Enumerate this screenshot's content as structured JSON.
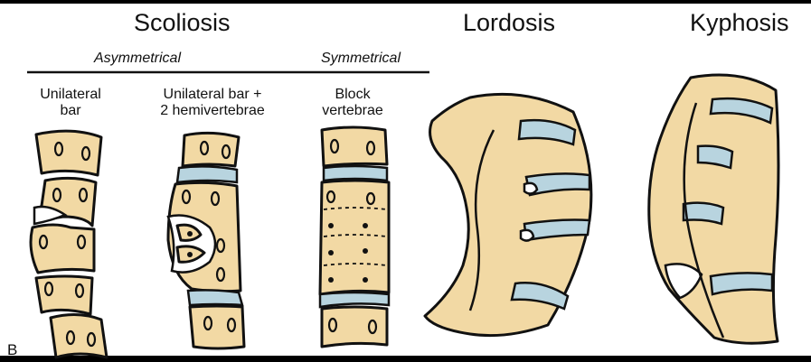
{
  "titles": {
    "scoliosis": "Scoliosis",
    "lordosis": "Lordosis",
    "kyphosis": "Kyphosis"
  },
  "groups": {
    "asymmetrical": "Asymmetrical",
    "symmetrical": "Symmetrical"
  },
  "sublabels": {
    "unilateral_bar": [
      "Unilateral",
      "bar"
    ],
    "unilateral_bar_hemivertebrae": [
      "Unilateral bar +",
      "2 hemivertebrae"
    ],
    "block_vertebrae": [
      "Block",
      "vertebrae"
    ]
  },
  "panel_label": "B",
  "colors": {
    "bone": "#f2d9a4",
    "disc": "#b8d4df",
    "outline": "#111111",
    "background": "#ffffff"
  }
}
